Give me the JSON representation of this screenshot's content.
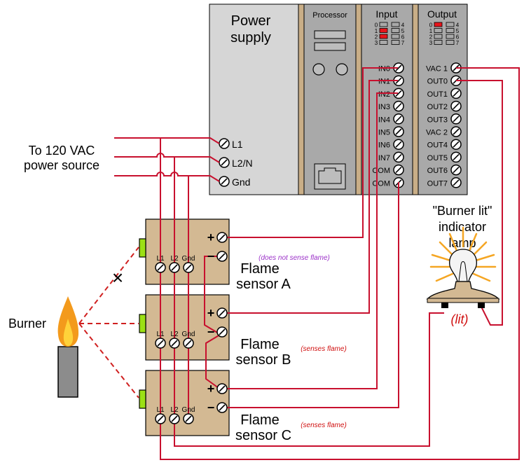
{
  "plc": {
    "power_supply": {
      "title_line1": "Power",
      "title_line2": "supply",
      "terminals": [
        "L1",
        "L2/N",
        "Gnd"
      ]
    },
    "processor": {
      "title": "Processor"
    },
    "input": {
      "title": "Input",
      "indicator_left": [
        "0",
        "1",
        "2",
        "3"
      ],
      "indicator_right": [
        "4",
        "5",
        "6",
        "7"
      ],
      "terminals": [
        "IN0",
        "IN1",
        "IN2",
        "IN3",
        "IN4",
        "IN5",
        "IN6",
        "IN7",
        "COM",
        "COM"
      ]
    },
    "output": {
      "title": "Output",
      "indicator_left": [
        "0",
        "1",
        "2",
        "3"
      ],
      "indicator_right": [
        "4",
        "5",
        "6",
        "7"
      ],
      "terminals": [
        "VAC 1",
        "OUT0",
        "OUT1",
        "OUT2",
        "OUT3",
        "VAC 2",
        "OUT4",
        "OUT5",
        "OUT6",
        "OUT7"
      ]
    }
  },
  "source": {
    "line1": "To 120 VAC",
    "line2": "power source"
  },
  "burner": {
    "label": "Burner"
  },
  "sensors": [
    {
      "terminals": [
        "L1",
        "L2",
        "Gnd"
      ],
      "plus": "+",
      "minus": "−",
      "name_line1": "Flame",
      "name_line2": "sensor A",
      "note": "(does not sense flame)"
    },
    {
      "terminals": [
        "L1",
        "L2",
        "Gnd"
      ],
      "plus": "+",
      "minus": "−",
      "name_line1": "Flame",
      "name_line2": "sensor B",
      "note": "(senses flame)"
    },
    {
      "terminals": [
        "L1",
        "L2",
        "Gnd"
      ],
      "plus": "+",
      "minus": "−",
      "name_line1": "Flame",
      "name_line2": "sensor C",
      "note": "(senses flame)"
    }
  ],
  "lamp": {
    "line1": "\"Burner lit\"",
    "line2": "indicator",
    "line3": "lamp",
    "status": "(lit)"
  },
  "blocked_mark": "×",
  "colors": {
    "wire": "#c8102e",
    "module": "#a9a9a9",
    "chassis": "#c9ae87",
    "sensor_body": "#d3b993",
    "led_on": "#e8141b",
    "note_purple": "#9b30c8",
    "note_red": "#d01010",
    "flame_outer": "#f39a1c",
    "flame_inner": "#ffd23a"
  }
}
